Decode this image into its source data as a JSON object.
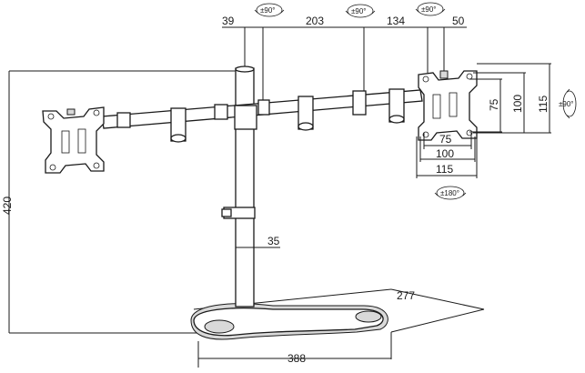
{
  "dimensions": {
    "arm_left_offset": "39",
    "arm_left_length": "203",
    "arm_right_length": "134",
    "arm_right_offset": "50",
    "vesa_h_75": "75",
    "vesa_h_100": "100",
    "vesa_h_115": "115",
    "vesa_v_75": "75",
    "vesa_v_100": "100",
    "vesa_v_115": "115",
    "total_height": "420",
    "pole_diameter": "35",
    "base_width": "388",
    "base_depth": "277"
  },
  "rotations": {
    "left_arm_swivel": "±90°",
    "middle_arm_swivel": "±90°",
    "right_arm_swivel": "±90°",
    "tilt": "±90°",
    "rotate": "±180°"
  }
}
